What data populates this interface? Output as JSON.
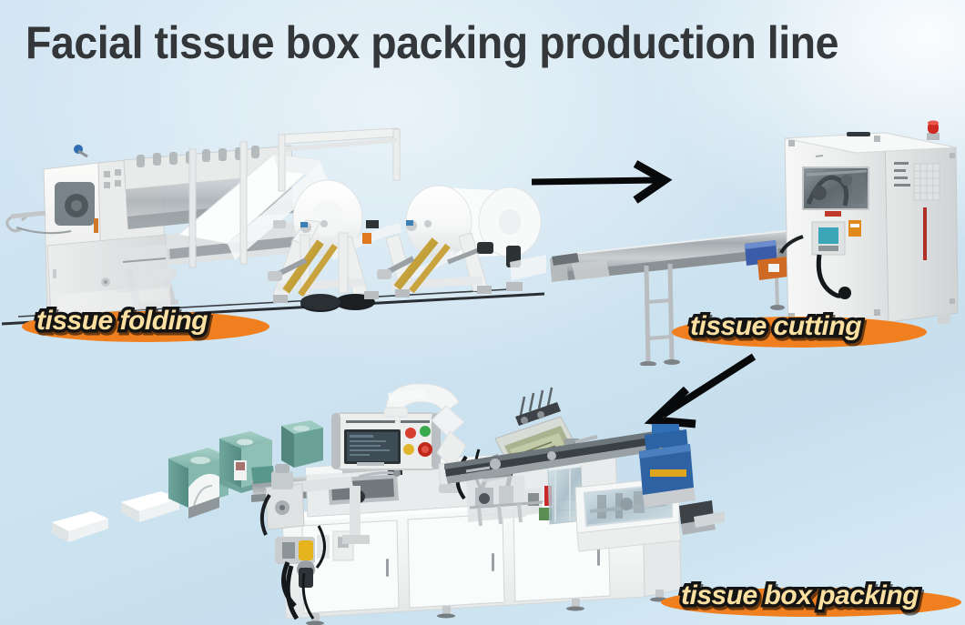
{
  "page": {
    "title": "Facial tissue box packing production line",
    "background_color": "#cfe4f1",
    "accent_orange": "#f0801f",
    "label_text_color": "#fbe0a1",
    "title_color": "#33373a"
  },
  "stages": [
    {
      "id": "folding",
      "label": "tissue folding",
      "machine_name": "tissue-folding-machine",
      "position": "top-left"
    },
    {
      "id": "cutting",
      "label": "tissue cutting",
      "machine_name": "tissue-cutting-machine",
      "position": "top-right"
    },
    {
      "id": "packing",
      "label": "tissue box packing",
      "machine_name": "tissue-box-packing-machine",
      "position": "bottom-center"
    }
  ],
  "flow_arrows": [
    {
      "name": "arrow-folding-to-cutting",
      "direction": "right"
    },
    {
      "name": "arrow-cutting-to-packing",
      "direction": "down-left"
    }
  ],
  "products": [
    {
      "name": "tissue-stack-flat-1",
      "color": "#ffffff"
    },
    {
      "name": "tissue-stack-flat-2",
      "color": "#ffffff"
    },
    {
      "name": "tissue-box-open-1",
      "color": "#8fc2b8"
    },
    {
      "name": "tissue-box-open-2",
      "color": "#8fc2b8"
    },
    {
      "name": "tissue-box-finished",
      "color": "#7fb3a9"
    }
  ]
}
